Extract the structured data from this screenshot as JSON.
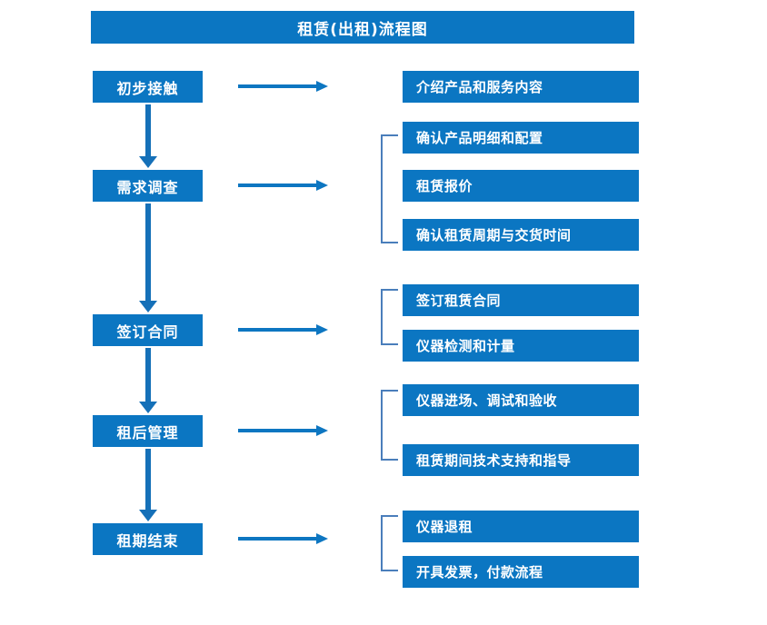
{
  "diagram": {
    "title": "租赁(出租)流程图",
    "accent_color": "#0b76c2",
    "arrow_color": "#0d76c1",
    "bracket_color": "#4a7ebb",
    "text_color": "#ffffff"
  },
  "stages": [
    {
      "label": "初步接触"
    },
    {
      "label": "需求调查"
    },
    {
      "label": "签订合同"
    },
    {
      "label": "租后管理"
    },
    {
      "label": "租期结束"
    }
  ],
  "details": [
    {
      "label": "介绍产品和服务内容"
    },
    {
      "label": "确认产品明细和配置"
    },
    {
      "label": "租赁报价"
    },
    {
      "label": "确认租赁周期与交货时间"
    },
    {
      "label": "签订租赁合同"
    },
    {
      "label": "仪器检测和计量"
    },
    {
      "label": "仪器进场、调试和验收"
    },
    {
      "label": "租赁期间技术支持和指导"
    },
    {
      "label": "仪器退租"
    },
    {
      "label": "开具发票，付款流程"
    }
  ]
}
